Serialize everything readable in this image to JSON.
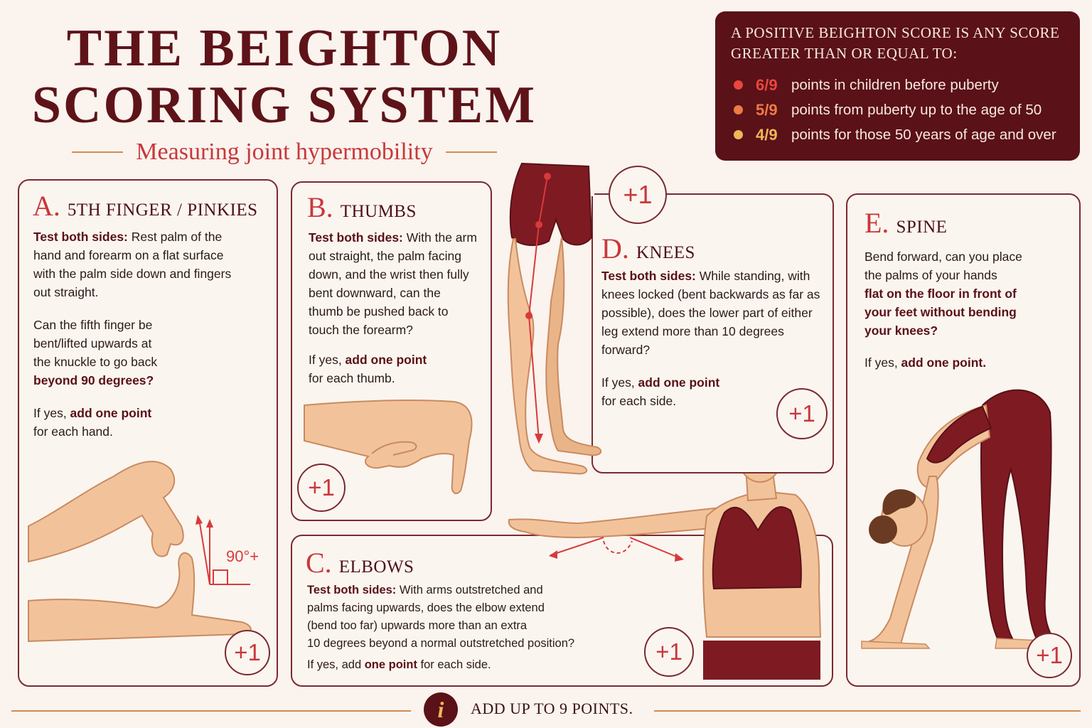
{
  "header": {
    "title_line1": "THE BEIGHTON",
    "title_line2": "SCORING SYSTEM",
    "subtitle": "Measuring joint hypermobility"
  },
  "score_box": {
    "heading_line1": "A POSITIVE BEIGHTON SCORE IS ANY SCORE",
    "heading_line2": "GREATER THAN OR EQUAL TO:",
    "items": [
      {
        "value": "6/9",
        "text": "points in children before puberty",
        "color": "#e8473f"
      },
      {
        "value": "5/9",
        "text": "points from puberty up to the age of 50",
        "color": "#ee7a45"
      },
      {
        "value": "4/9",
        "text": "points for those 50 years of age and over",
        "color": "#f2b55a"
      }
    ]
  },
  "cards": {
    "a": {
      "letter": "A.",
      "name": "5TH FINGER / PINKIES",
      "p1_bold": "Test both sides:",
      "p1_rest": " Rest palm of the",
      "p1_l2": "hand and forearm on a flat surface",
      "p1_l3": "with the palm side down and fingers",
      "p1_l4": "out straight.",
      "p2_l1": "Can the fifth finger be",
      "p2_l2": "bent/lifted upwards at",
      "p2_l3": "the knuckle to go back",
      "p2_l4_bold": "beyond 90 degrees?",
      "p3_pre": "If yes, ",
      "p3_bold": "add one point",
      "p3_l2": "for each hand.",
      "angle_label": "90°+",
      "plus": "+1"
    },
    "b": {
      "letter": "B.",
      "name": "THUMBS",
      "p1_bold": "Test both sides:",
      "p1_rest": " With the arm",
      "p1_l2": "out straight, the palm facing",
      "p1_l3": "down, and the wrist then fully",
      "p1_l4": "bent downward, can the",
      "p1_l5": "thumb be pushed back to",
      "p1_l6": "touch the forearm?",
      "p2_pre": "If yes, ",
      "p2_bold": "add one point",
      "p2_l2": "for each thumb.",
      "plus": "+1"
    },
    "c": {
      "letter": "C.",
      "name": "ELBOWS",
      "p1_bold": "Test both sides:",
      "p1_rest": " With arms outstretched and",
      "p1_l2": "palms facing upwards, does the elbow extend",
      "p1_l3": "(bend too far) upwards more than an extra",
      "p1_l4": "10 degrees beyond a normal outstretched position?",
      "p2_pre": "If yes, add ",
      "p2_bold": "one point",
      "p2_post": " for each side.",
      "plus": "+1"
    },
    "d": {
      "letter": "D.",
      "name": "KNEES",
      "p1_bold": "Test both sides:",
      "p1_rest": " While standing, with",
      "p1_l2": "knees locked (bent backwards as far as",
      "p1_l3": "possible), does the lower part of either",
      "p1_l4": "leg extend more than 10 degrees",
      "p1_l5": "forward?",
      "p2_pre": "If yes, ",
      "p2_bold": "add one point",
      "p2_l2": "for each side.",
      "plus_top": "+1",
      "plus_bottom": "+1"
    },
    "e": {
      "letter": "E.",
      "name": "SPINE",
      "p1_l1": "Bend forward, can you place",
      "p1_l2": "the palms of your hands",
      "p1_l3_bold": "flat on the floor in front of",
      "p1_l4_bold": "your feet without bending",
      "p1_l5_bold": "your knees?",
      "p2_pre": "If yes, ",
      "p2_bold": "add one point.",
      "plus": "+1"
    }
  },
  "footer": {
    "icon": "i",
    "text": "ADD UP TO 9 POINTS."
  }
}
